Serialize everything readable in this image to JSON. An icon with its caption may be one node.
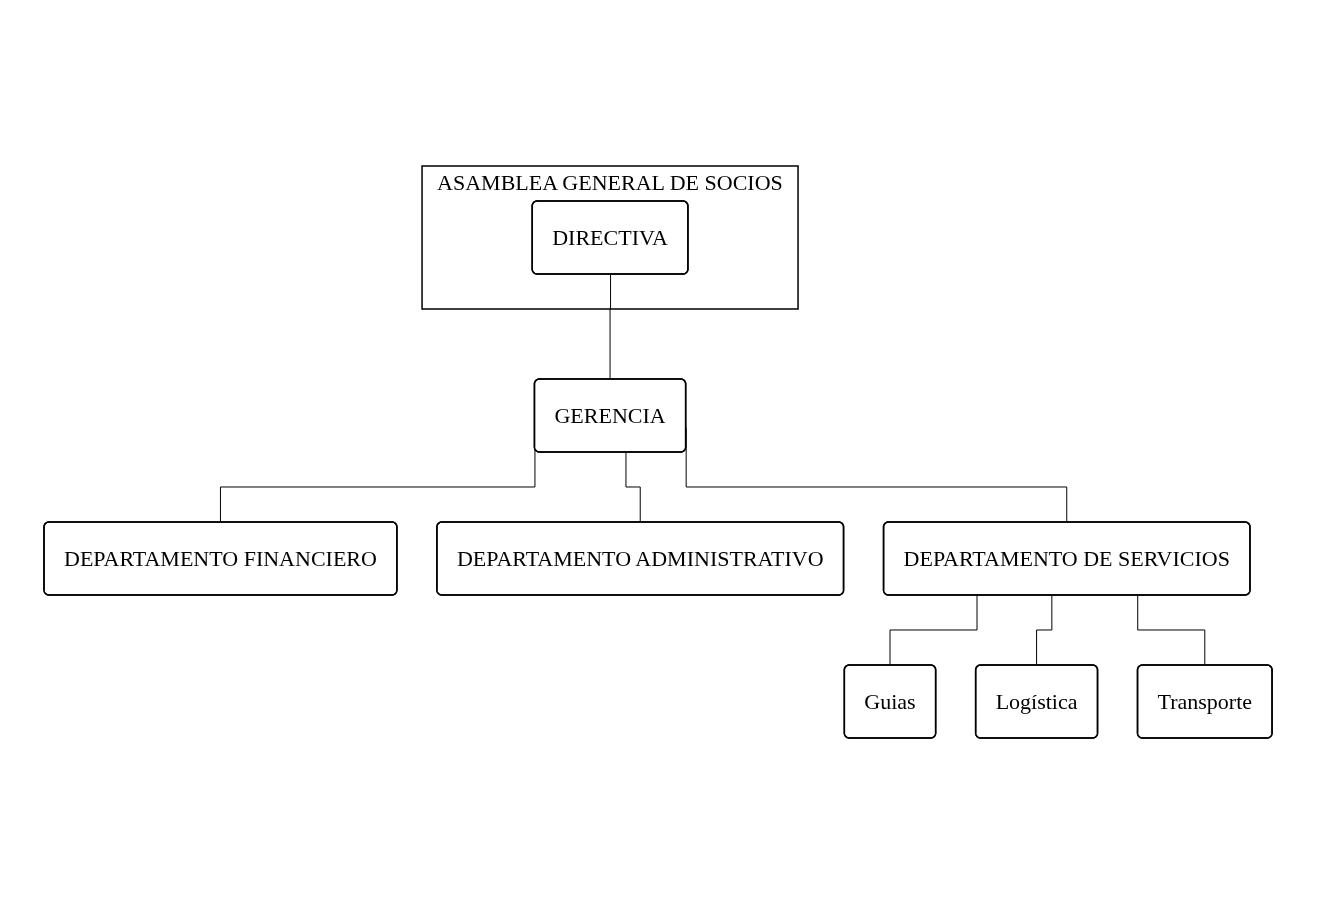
{
  "diagram": {
    "nodes": [
      {
        "text": [
          "ASAMBLEA GENERAL DE SOCIOS"
        ]
      },
      {
        "text": [
          "DIRECTIVA"
        ],
        "in": 0
      },
      {
        "text": [
          "GERENCIA"
        ]
      },
      {
        "text": [
          "DEPARTAMENTO FINANCIERO"
        ]
      },
      {
        "text": [
          "DEPARTAMENTO ADMINISTRATIVO"
        ]
      },
      {
        "text": [
          "DEPARTAMENTO DE SERVICIOS"
        ]
      },
      {
        "text": [
          "Guias"
        ]
      },
      {
        "text": [
          "Logística"
        ]
      },
      {
        "text": [
          "Transporte"
        ]
      }
    ],
    "edges": [
      {
        "from": 1,
        "to": 2,
        "arrow": "none"
      },
      {
        "from": 2,
        "to": 3,
        "arrow": "none"
      },
      {
        "from": 2,
        "to": 4,
        "arrow": "none"
      },
      {
        "from": 2,
        "to": 5,
        "arrow": "none"
      },
      {
        "from": 5,
        "to": 6,
        "arrow": "none"
      },
      {
        "from": 5,
        "to": 7,
        "arrow": "none"
      },
      {
        "from": 5,
        "to": 8,
        "arrow": "none"
      }
    ]
  }
}
